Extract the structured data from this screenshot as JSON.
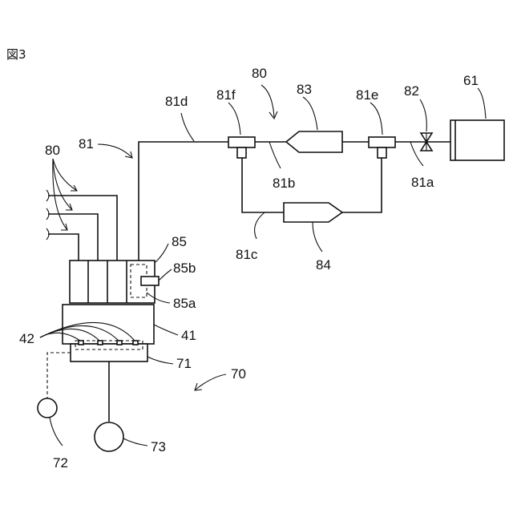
{
  "figure_label": "図3",
  "labels": {
    "l61": "61",
    "l70": "70",
    "l71": "71",
    "l72": "72",
    "l73": "73",
    "l80_top": "80",
    "l80_left": "80",
    "l81": "81",
    "l81a": "81a",
    "l81b": "81b",
    "l81c": "81c",
    "l81d": "81d",
    "l81e": "81e",
    "l81f": "81f",
    "l82": "82",
    "l83": "83",
    "l84": "84",
    "l85": "85",
    "l85a": "85a",
    "l85b": "85b",
    "l41": "41",
    "l42": "42"
  }
}
